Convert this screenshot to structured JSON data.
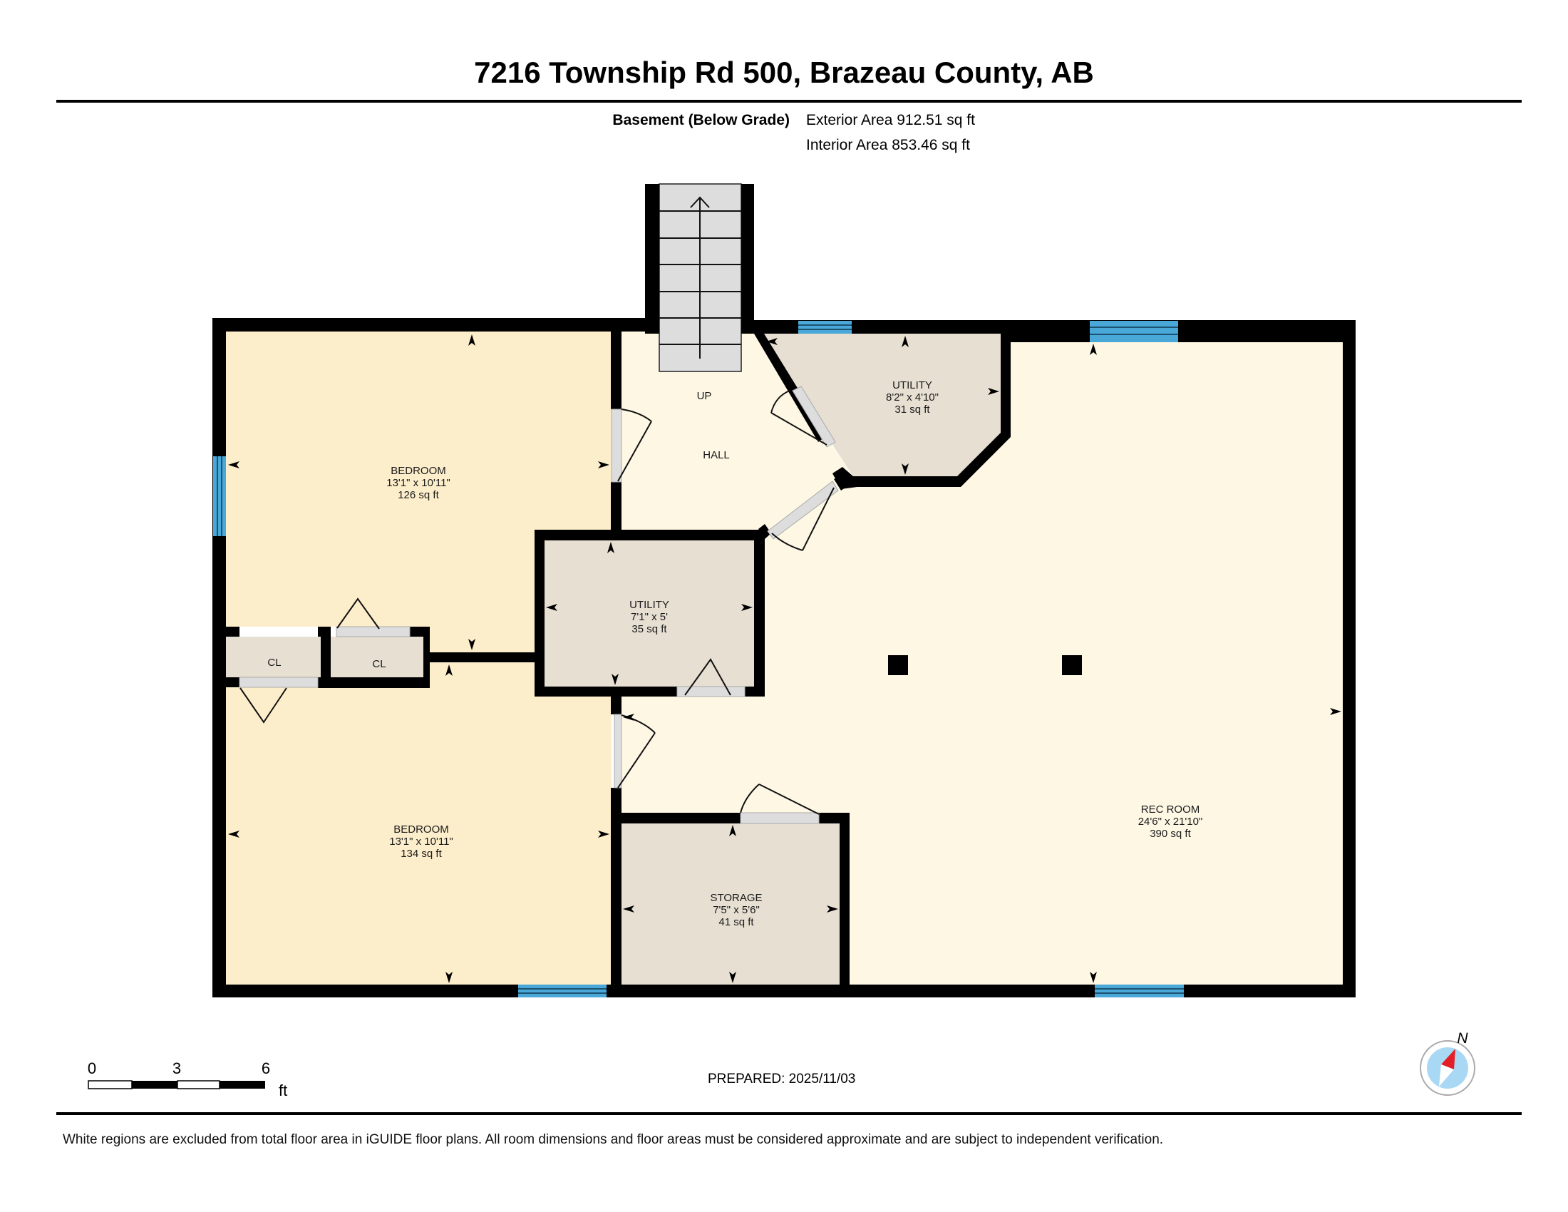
{
  "header": {
    "title": "7216 Township Rd 500, Brazeau County, AB",
    "floor_name": "Basement (Below Grade)",
    "exterior_area": "Exterior Area 912.51 sq ft",
    "interior_area": "Interior Area 853.46 sq ft"
  },
  "colors": {
    "wall": "#000000",
    "bedroom_fill": "#fdeecb",
    "living_fill": "#fdf7e4",
    "utility_fill": "#e6dfd2",
    "stair_fill": "#dddddd",
    "door_fill": "#dddddd",
    "window": "#4aa8d8",
    "compass_ring": "#aaaaaa",
    "compass_face": "#a9d8f5",
    "compass_needle": "#e41e26"
  },
  "rooms": [
    {
      "name": "BEDROOM",
      "dims": "13'1\" x 10'11\"",
      "area": "126 sq ft"
    },
    {
      "name": "UP"
    },
    {
      "name": "HALL"
    },
    {
      "name": "UTILITY",
      "dims": "8'2\" x 4'10\"",
      "area": "31 sq ft"
    },
    {
      "name": "UTILITY",
      "dims": "7'1\" x 5'",
      "area": "35 sq ft"
    },
    {
      "name": "CL"
    },
    {
      "name": "CL"
    },
    {
      "name": "BEDROOM",
      "dims": "13'1\" x 10'11\"",
      "area": "134 sq ft"
    },
    {
      "name": "STORAGE",
      "dims": "7'5\" x 5'6\"",
      "area": "41 sq ft"
    },
    {
      "name": "REC ROOM",
      "dims": "24'6\" x 21'10\"",
      "area": "390 sq ft"
    }
  ],
  "scale_bar": {
    "labels": [
      "0",
      "3",
      "6"
    ],
    "unit": "ft"
  },
  "prepared": "PREPARED: 2025/11/03",
  "compass": {
    "label": "N"
  },
  "footer": {
    "disclaimer": "White regions are excluded from total floor area in iGUIDE floor plans. All room dimensions and floor areas must be considered approximate and are subject to independent verification."
  }
}
